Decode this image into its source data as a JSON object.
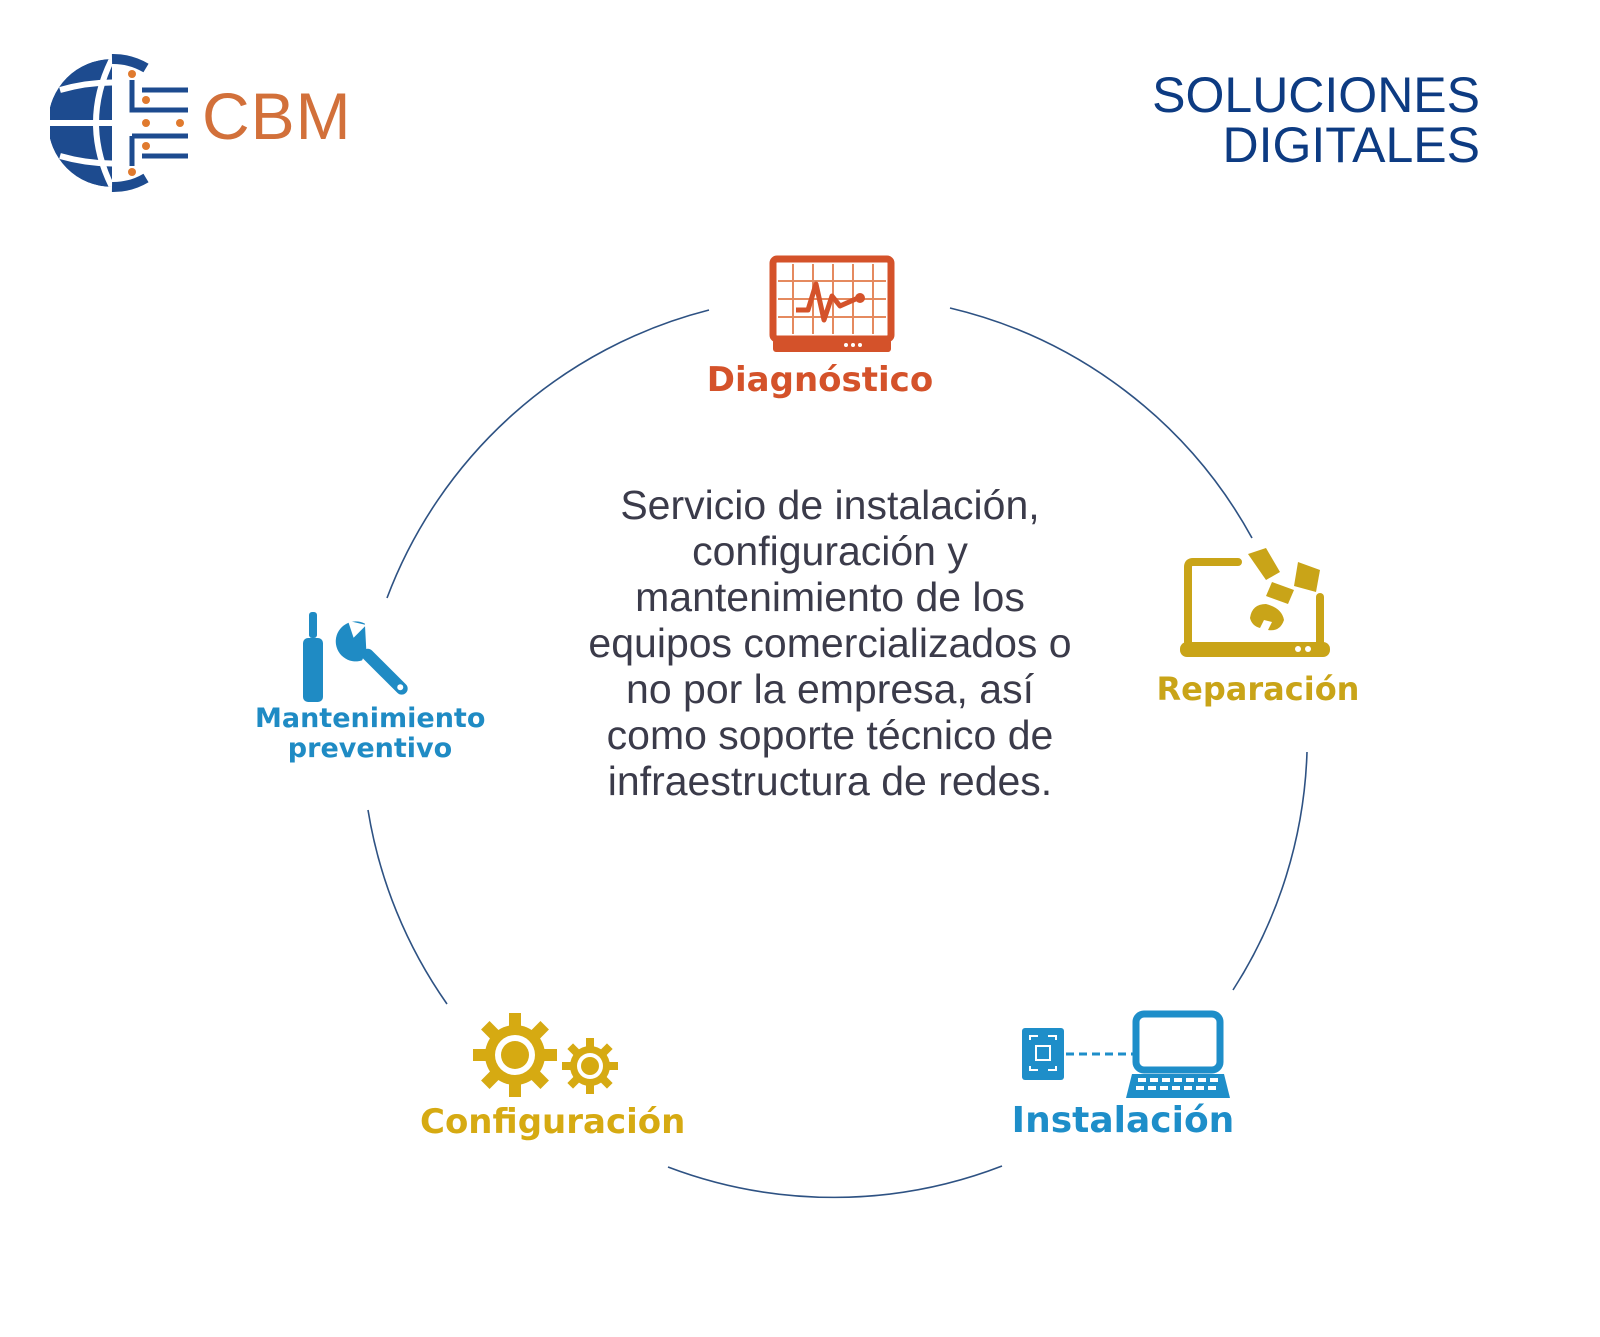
{
  "brand": {
    "logo_text": "CBM",
    "logo_color": "#d2703a",
    "globe_color": "#1d4b8f"
  },
  "tagline": {
    "line1": "SOLUCIONES",
    "line2": "DIGITALES",
    "color": "#0d3b82"
  },
  "center_text": "Servicio de instalación, configuración y mantenimiento de los equipos comercializados o no por la empresa, así como soporte técnico de infraestructura de redes.",
  "nodes": {
    "diagnostico": {
      "label": "Diagnóstico",
      "icon": "monitor-heartbeat-icon",
      "color": "#d4522a"
    },
    "reparacion": {
      "label": "Reparación",
      "icon": "laptop-repair-icon",
      "color": "#c9a418"
    },
    "instalacion": {
      "label": "Instalación",
      "icon": "computer-install-icon",
      "color": "#1e8ec9"
    },
    "configuracion": {
      "label": "Configuración",
      "icon": "gears-icon",
      "color": "#d6aa12"
    },
    "mantenimiento": {
      "label_line1": "Mantenimiento",
      "label_line2": "preventivo",
      "icon": "screwdriver-wrench-icon",
      "color": "#1f8bc4"
    }
  }
}
